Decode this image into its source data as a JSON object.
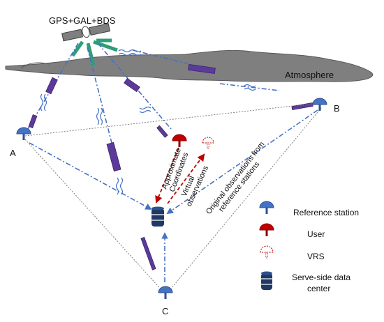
{
  "satellite": {
    "label": "GPS+GAL+BDS",
    "icon": "satellite-icon"
  },
  "atmosphere": {
    "label": "Atmosphere",
    "fill": "#7f7f7f"
  },
  "stations": [
    {
      "id": "A",
      "label": "A"
    },
    {
      "id": "B",
      "label": "B"
    },
    {
      "id": "C",
      "label": "C"
    }
  ],
  "annotations": {
    "approx_line1": "Approximate",
    "approx_line2": "Coordinates",
    "virtual_line1": "Virtual",
    "virtual_line2": "observations",
    "original_line1": "Original observations from",
    "original_line2": "reference stations"
  },
  "legend": {
    "reference_station": {
      "label": "Reference station",
      "icon": "reference-station-icon"
    },
    "user": {
      "label": "User",
      "icon": "user-receiver-icon"
    },
    "vrs": {
      "label": "VRS",
      "icon": "vrs-icon"
    },
    "data_center_line1": "Serve-side data",
    "data_center_line2": "center",
    "data_center_icon": "data-center-icon"
  },
  "colors": {
    "station_blue": "#4472c4",
    "dark_navy": "#203864",
    "user_red": "#c00000",
    "signal_blue": "#4472c4",
    "atmosphere_fill": "#7f7f7f",
    "sat_green": "#2e9e7a",
    "block_purple": "#5b3a9b"
  }
}
